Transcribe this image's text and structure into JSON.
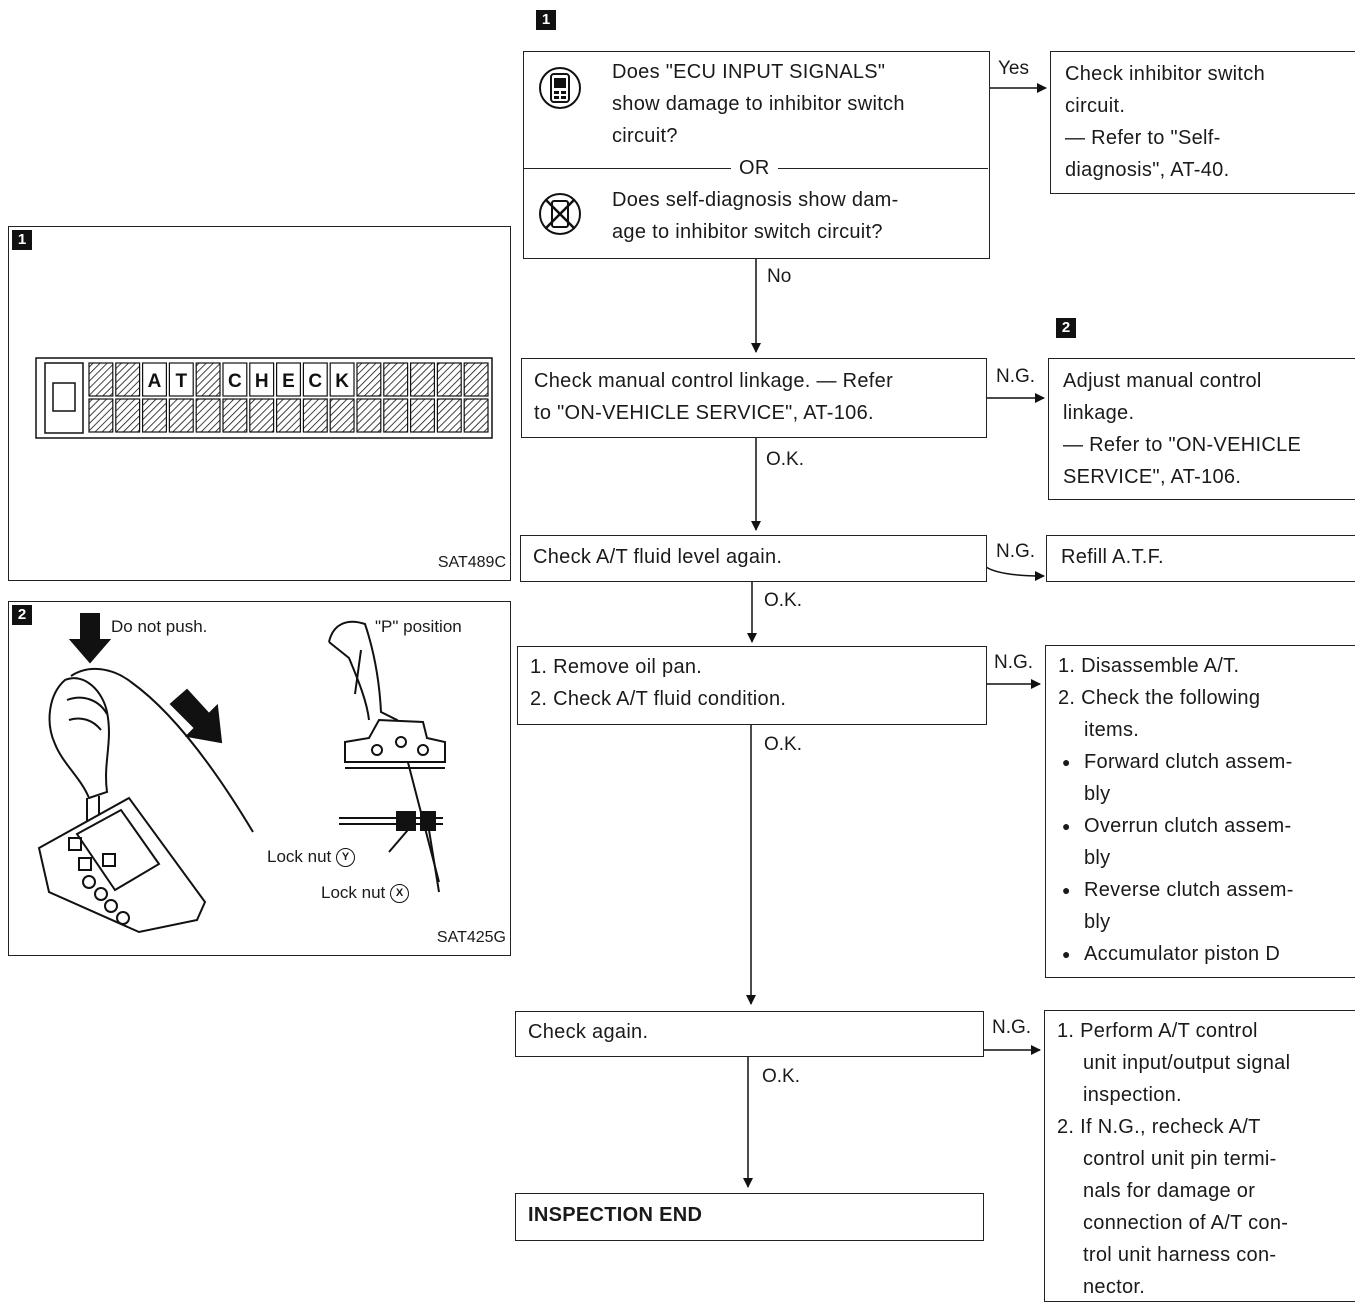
{
  "step_tags": {
    "flow_1": "1",
    "flow_2": "2",
    "fig_1": "1",
    "fig_2": "2"
  },
  "figure1": {
    "code": "SAT489C",
    "display_chars": [
      "A",
      "T",
      "C",
      "H",
      "E",
      "C",
      "K"
    ]
  },
  "figure2": {
    "code": "SAT425G",
    "label_push": "Do not push.",
    "label_p": "\"P\" position",
    "label_lock_y": "Lock nut",
    "lock_y_mark": "Y",
    "label_lock_x": "Lock nut",
    "lock_x_mark": "X"
  },
  "flow": {
    "q1": {
      "line1": "Does \"ECU INPUT SIGNALS\"",
      "line2": "show damage to inhibitor switch",
      "line3": "circuit?",
      "or": "OR",
      "line4": "Does self-diagnosis show dam-",
      "line5": "age to inhibitor switch circuit?"
    },
    "yes_label": "Yes",
    "no_label": "No",
    "ng_label": "N.G.",
    "ok_label": "O.K.",
    "r1": {
      "l1": "Check inhibitor switch",
      "l2": "circuit.",
      "l3": "— Refer to \"Self-",
      "l4": "diagnosis\", AT-40."
    },
    "s2": {
      "l1": "Check manual control linkage. — Refer",
      "l2": "to \"ON-VEHICLE SERVICE\", AT-106."
    },
    "r2": {
      "l1": "Adjust manual control",
      "l2": "linkage.",
      "l3": "— Refer to \"ON-VEHICLE",
      "l4": "SERVICE\", AT-106."
    },
    "s3": {
      "l1": "Check A/T fluid level again."
    },
    "r3": {
      "l1": "Refill A.T.F."
    },
    "s4": {
      "l1": "1. Remove oil pan.",
      "l2": "2. Check A/T fluid condition."
    },
    "r4": {
      "l1": "1. Disassemble A/T.",
      "l2": "2. Check the following",
      "l3": "items.",
      "b1a": "Forward clutch assem-",
      "b1b": "bly",
      "b2a": "Overrun clutch assem-",
      "b2b": "bly",
      "b3a": "Reverse clutch assem-",
      "b3b": "bly",
      "b4": "Accumulator piston D"
    },
    "s5": {
      "l1": "Check again."
    },
    "r5": {
      "l1": "1. Perform A/T control",
      "l2": "unit input/output signal",
      "l3": "inspection.",
      "l4": "2. If N.G., recheck A/T",
      "l5": "control unit pin termi-",
      "l6": "nals for damage or",
      "l7": "connection of A/T con-",
      "l8": "trol unit harness con-",
      "l9": "nector."
    },
    "end": "INSPECTION END"
  }
}
